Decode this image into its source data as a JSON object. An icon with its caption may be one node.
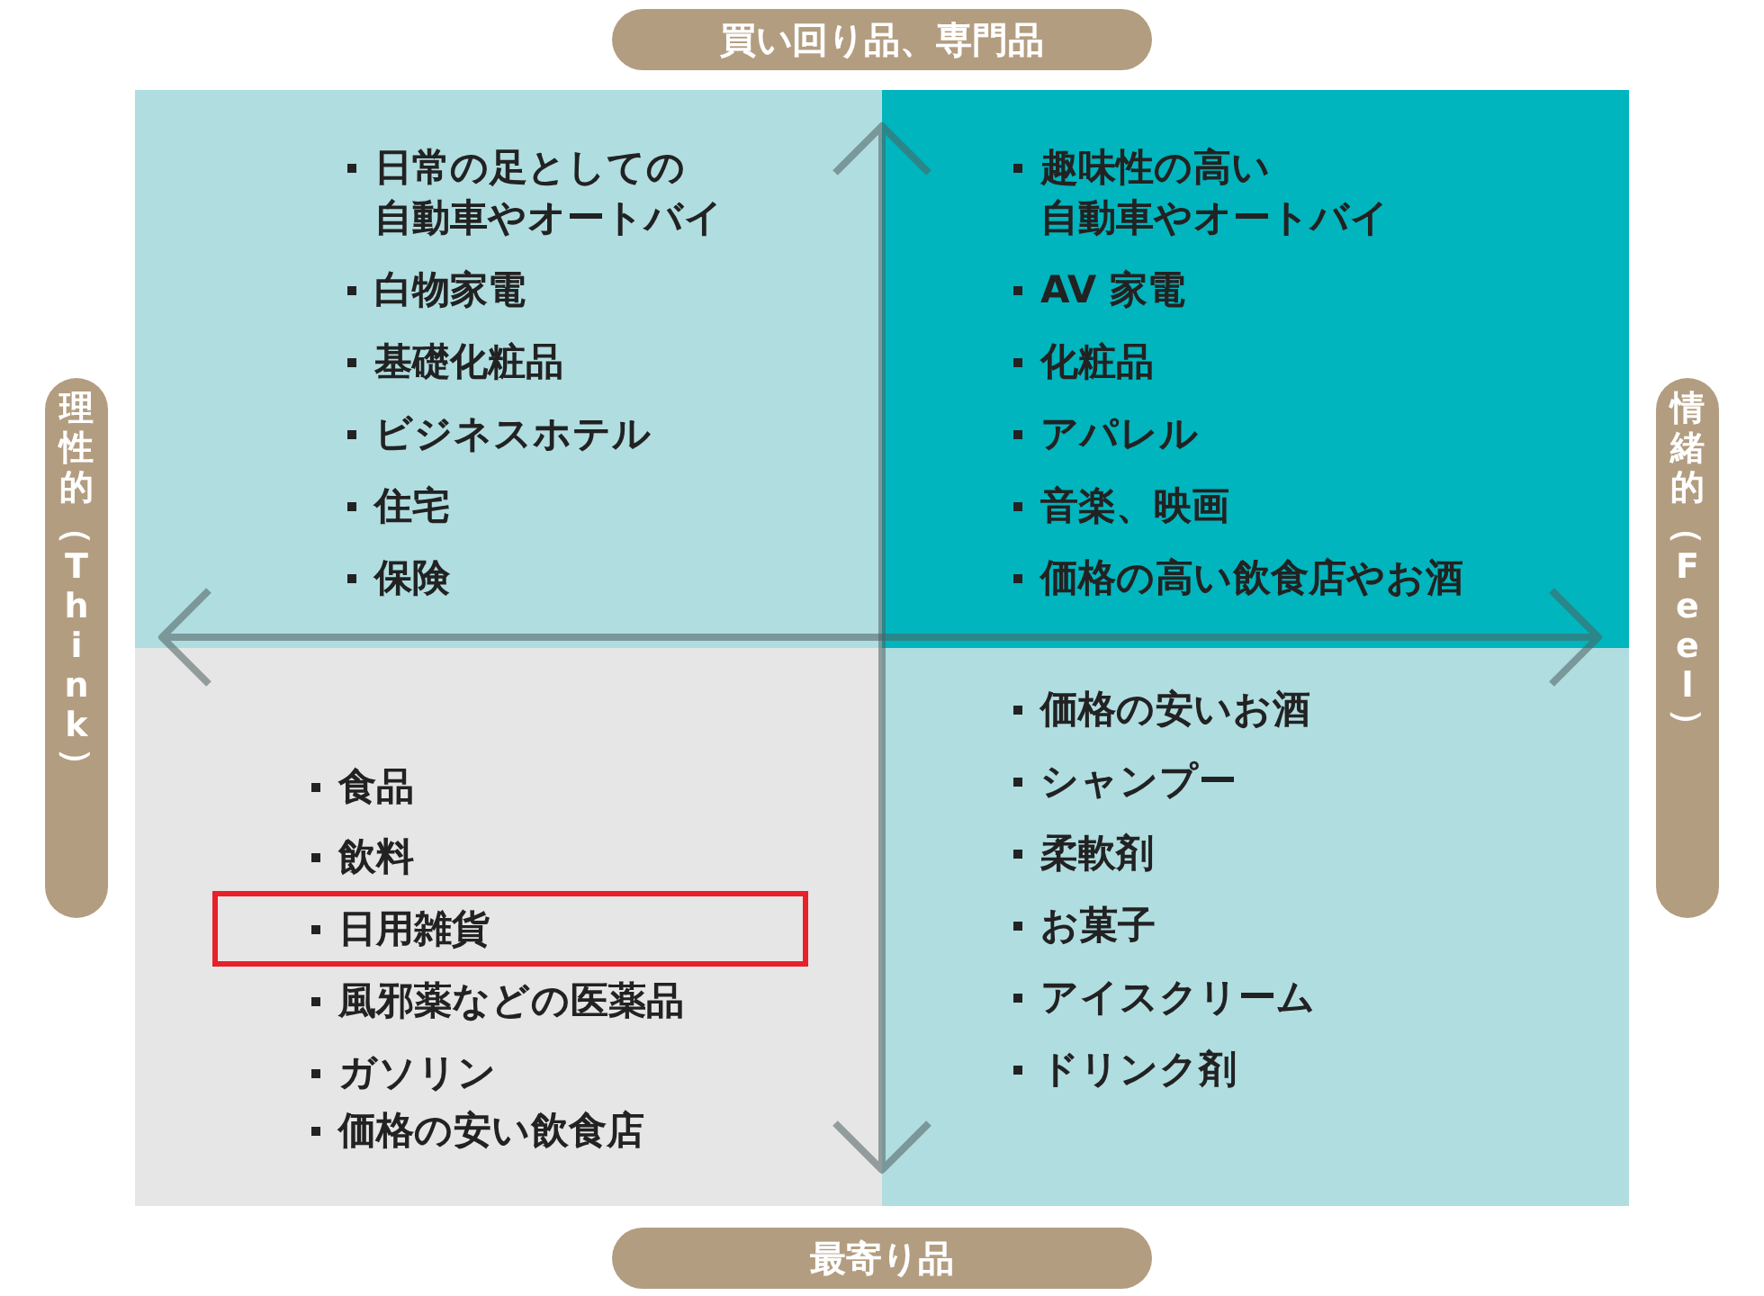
{
  "diagram": {
    "nodes": [
      {
        "text": [
          "買い回り品、専門品"
        ]
      },
      {
        "text": [
          "理性的（Think）"
        ]
      },
      {
        "text": [
          "情緒的（Feel）"
        ]
      },
      {
        "text": [
          "最寄り品"
        ]
      },
      {
        "text": [
          "日常の足としての自動車やオートバイ",
          "白物家電",
          "基礎化粧品",
          "ビジネスホテル",
          "住宅",
          "保険"
        ]
      },
      {
        "text": [
          "趣味性の高い自動車やオートバイ",
          "AV 家電",
          "化粧品",
          "アパレル",
          "音楽、映画",
          "価格の高い飲食店やお酒"
        ]
      },
      {
        "text": [
          "食品",
          "飲料",
          "日用雑貨",
          "風邪薬などの医薬品",
          "ガソリン",
          "価格の安い飲食店"
        ]
      },
      {
        "text": [
          "価格の安いお酒",
          "シャンプー",
          "柔軟剤",
          "お菓子",
          "アイスクリーム",
          "ドリンク剤"
        ]
      }
    ]
  }
}
